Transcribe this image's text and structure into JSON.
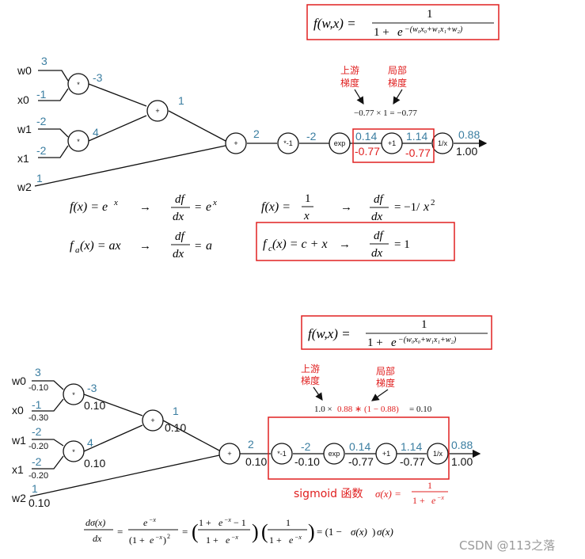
{
  "top": {
    "formula": "f(w,x) = 1 / (1 + e^-(w0x0+w1x1+w2))",
    "inputs": [
      {
        "name": "w0",
        "value": "3"
      },
      {
        "name": "x0",
        "value": "-1"
      },
      {
        "name": "w1",
        "value": "-2"
      },
      {
        "name": "x1",
        "value": "-2"
      },
      {
        "name": "w2",
        "value": "1"
      }
    ],
    "nodes": [
      "*",
      "*",
      "+",
      "+",
      "*-1",
      "exp",
      "+1",
      "1/x"
    ],
    "forward": {
      "mul1": "-3",
      "mul2": "4",
      "add1": "1",
      "add2": "2",
      "neg": "-2",
      "exp": "0.14",
      "plus1": "1.14",
      "inv": "0.88"
    },
    "backward": {
      "exp_out": "-0.77",
      "plus1_out": "-0.77",
      "inv_out": "1.00"
    },
    "upstream_label": "上游\n梯度",
    "local_label": "局部\n梯度",
    "local_calc": "−0.77 × 1 = −0.77",
    "rules": [
      "f(x) = e^x  →  df/dx = e^x",
      "f(x) = 1/x  →  df/dx = −1/x²",
      "fa(x) = ax  →  df/dx = a",
      "fc(x) = c + x →  df/dx = 1"
    ]
  },
  "bottom": {
    "formula": "f(w,x) = 1 / (1 + e^-(w0x0+w1x1+w2))",
    "inputs": [
      {
        "name": "w0",
        "value": "3",
        "grad": "-0.10"
      },
      {
        "name": "x0",
        "value": "-1",
        "grad": "-0.30"
      },
      {
        "name": "w1",
        "value": "-2",
        "grad": "-0.20"
      },
      {
        "name": "x1",
        "value": "-2",
        "grad": "-0.20"
      },
      {
        "name": "w2",
        "value": "1",
        "grad": "0.10"
      }
    ],
    "forward": {
      "mul1": "-3",
      "mul2": "4",
      "add1": "1",
      "add2": "2",
      "neg": "-2",
      "exp": "0.14",
      "plus1": "1.14",
      "inv": "0.88"
    },
    "backward": {
      "mul1": "0.10",
      "mul2": "0.10",
      "add1": "0.10",
      "add2": "0.10",
      "neg": "-0.10",
      "exp": "-0.77",
      "plus1": "-0.77",
      "inv": "1.00"
    },
    "upstream_label": "上游\n梯度",
    "local_label": "局部\n梯度",
    "local_calc": "1.0 × 0.88 ∗ (1 − 0.88) = 0.10",
    "sigmoid_label": "sigmoid 函数",
    "sigmoid_formula": "σ(x) = 1 / (1 + e^−x)",
    "derivative": "dσ(x)/dx = e^−x/(1+e^−x)² = ((1+e^−x−1)/(1+e^−x))(1/(1+e^−x)) = (1 − σ(x))σ(x)"
  },
  "watermark": "CSDN @113之落"
}
